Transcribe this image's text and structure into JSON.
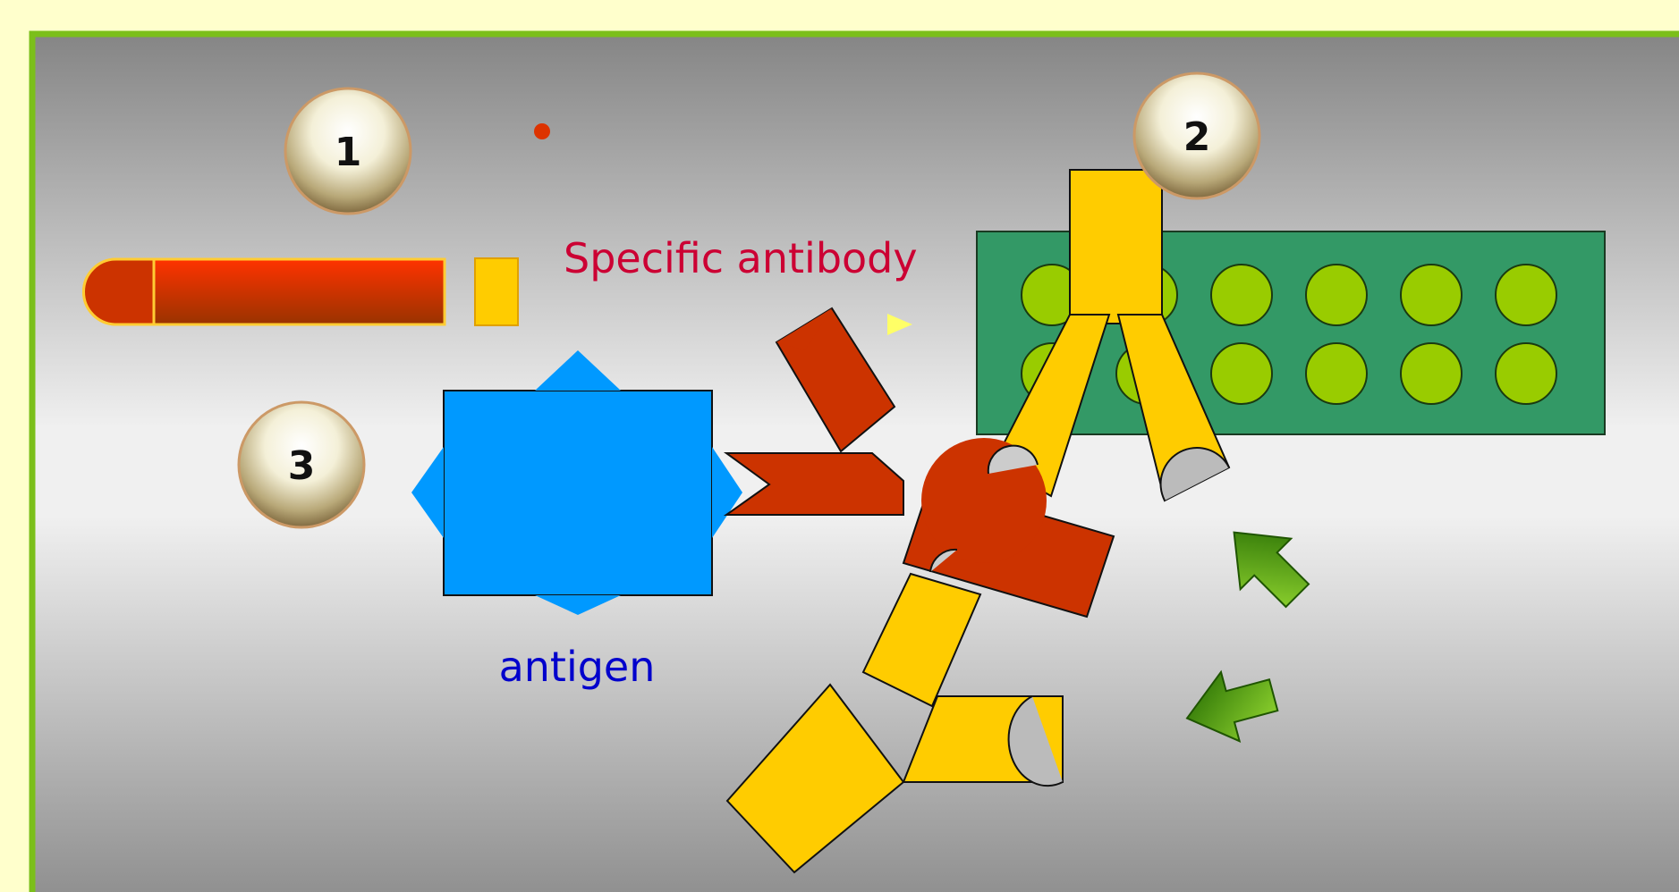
{
  "badges": {
    "one": "1",
    "two": "2",
    "three": "3"
  },
  "labels": {
    "specific_antibody": "Specific antibody",
    "antigen": "antigen"
  },
  "colors": {
    "page_background": "#ffffcc",
    "frame_border": "#7bbf1a",
    "panel_gradient": [
      "#8a8a8a",
      "#f2f2f2",
      "#8a8a8a"
    ],
    "capture_antibody": "#ffcc00",
    "specific_antibody": "#cc3300",
    "antigen": "#0099ff",
    "plate": "#339966",
    "plate_well": "#99cc00",
    "label_red": "#cc0033",
    "label_blue": "#0000cc",
    "arrow_line": "#ffff66",
    "green_arrow": "#339900"
  },
  "plate": {
    "rows": 2,
    "columns": 6
  },
  "icons": {
    "pipette": "pipette-icon",
    "antigen": "antigen-star-icon",
    "arrows": "green-arrow-icon"
  }
}
